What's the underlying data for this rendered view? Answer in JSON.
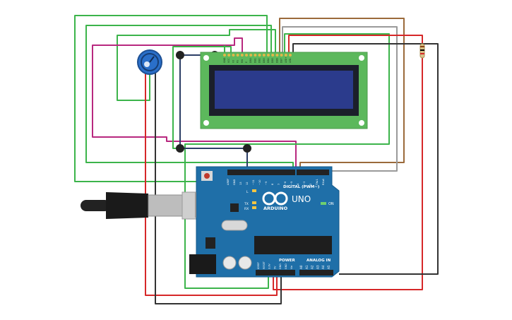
{
  "arduino": {
    "brand": "ARDUINO",
    "model": "UNO",
    "digital_label": "DIGITAL (PWM~)",
    "power_label": "POWER",
    "analog_label": "ANALOG IN",
    "on_label": "ON",
    "tx_label": "TX",
    "rx_label": "RX",
    "l_label": "L",
    "top_pins": [
      "AREF",
      "GND",
      "13",
      "12",
      "~11",
      "~10",
      "~9",
      "8",
      "7",
      "~6",
      "~5",
      "4",
      "~3",
      "2",
      "TX▸1",
      "RX◂0"
    ],
    "power_pins": [
      "IOREF",
      "RESET",
      "3.3V",
      "5V",
      "GND",
      "GND",
      "Vin"
    ],
    "analog_pins": [
      "A0",
      "A1",
      "A2",
      "A3",
      "A4",
      "A5"
    ],
    "board_color": "#1f6fa8"
  },
  "lcd": {
    "pin_labels": [
      "GND",
      "VCC",
      "V0",
      "RS",
      "RW",
      "E",
      "DB0",
      "DB1",
      "DB2",
      "DB3",
      "DB4",
      "DB5",
      "DB6",
      "DB7",
      "LED+",
      "LED-"
    ],
    "pcb_color": "#5cb85c",
    "screen_color": "#2b3b8c"
  },
  "potentiometer": {
    "icon": "potentiometer-knob-icon",
    "color": "#2a6fc9"
  },
  "resistor": {
    "icon": "resistor-icon"
  },
  "usb_cable": {
    "icon": "usb-b-cable-icon"
  },
  "wire_colors": {
    "green": "#3cb44b",
    "magenta": "#b8287f",
    "red": "#d62728",
    "black": "#333333",
    "brown": "#9b6a3b",
    "gray": "#9a9a9a",
    "navy": "#2c3e66"
  }
}
